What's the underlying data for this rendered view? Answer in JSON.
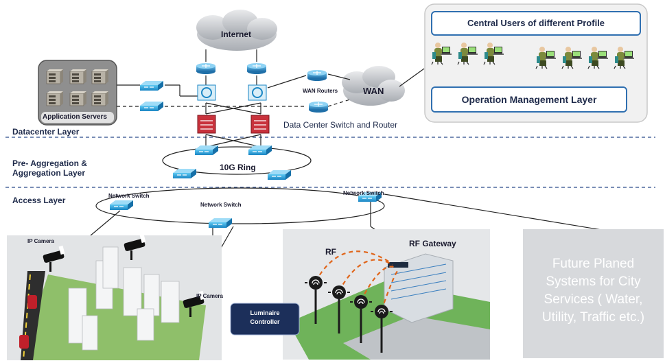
{
  "internet": "Internet",
  "wan": "WAN",
  "wan_routers": "WAN Routers",
  "app_servers": "Application Servers",
  "dc_switch_router": "Data Center Switch and Router",
  "central_users": "Central Users of  different Profile",
  "op_mgmt": "Operation Management Layer",
  "layers": {
    "datacenter": "Datacenter Layer",
    "pre_agg_1": "Pre- Aggregation &",
    "pre_agg_2": "Aggregation  Layer",
    "access": "Access Layer"
  },
  "ring": "10G Ring",
  "network_switch": "Network Switch",
  "ip_camera": "IP Camera",
  "rf": "RF",
  "rf_gateway": "RF Gateway",
  "luminaire_1": "Luminaire",
  "luminaire_2": "Controller",
  "future": [
    "Future Planed",
    "Systems for City",
    "Services  ( Water,",
    "Utility, Traffic etc.)"
  ],
  "colors": {
    "switch_blue": "#2aa8e0",
    "router_blue": "#3a8fc8",
    "firewall_red": "#c8323c",
    "dashed_line": "#2b4a8a",
    "panel_gray": "#d7d9dc",
    "luminaire_box": "#1c2f5a"
  }
}
